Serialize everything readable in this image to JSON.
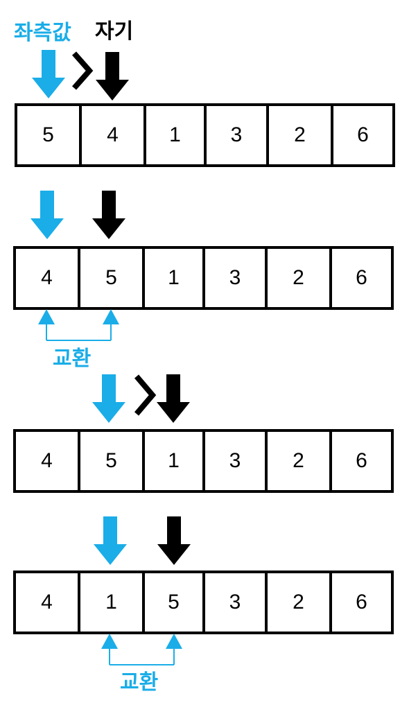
{
  "labels": {
    "left_value": "좌측값",
    "self": "자기",
    "swap": "교환"
  },
  "colors": {
    "blue": "#1aade8",
    "black": "#000000"
  },
  "rows": [
    {
      "values": [
        "5",
        "4",
        "1",
        "3",
        "2",
        "6"
      ]
    },
    {
      "values": [
        "4",
        "5",
        "1",
        "3",
        "2",
        "6"
      ]
    },
    {
      "values": [
        "4",
        "5",
        "1",
        "3",
        "2",
        "6"
      ]
    },
    {
      "values": [
        "4",
        "1",
        "5",
        "3",
        "2",
        "6"
      ]
    }
  ]
}
